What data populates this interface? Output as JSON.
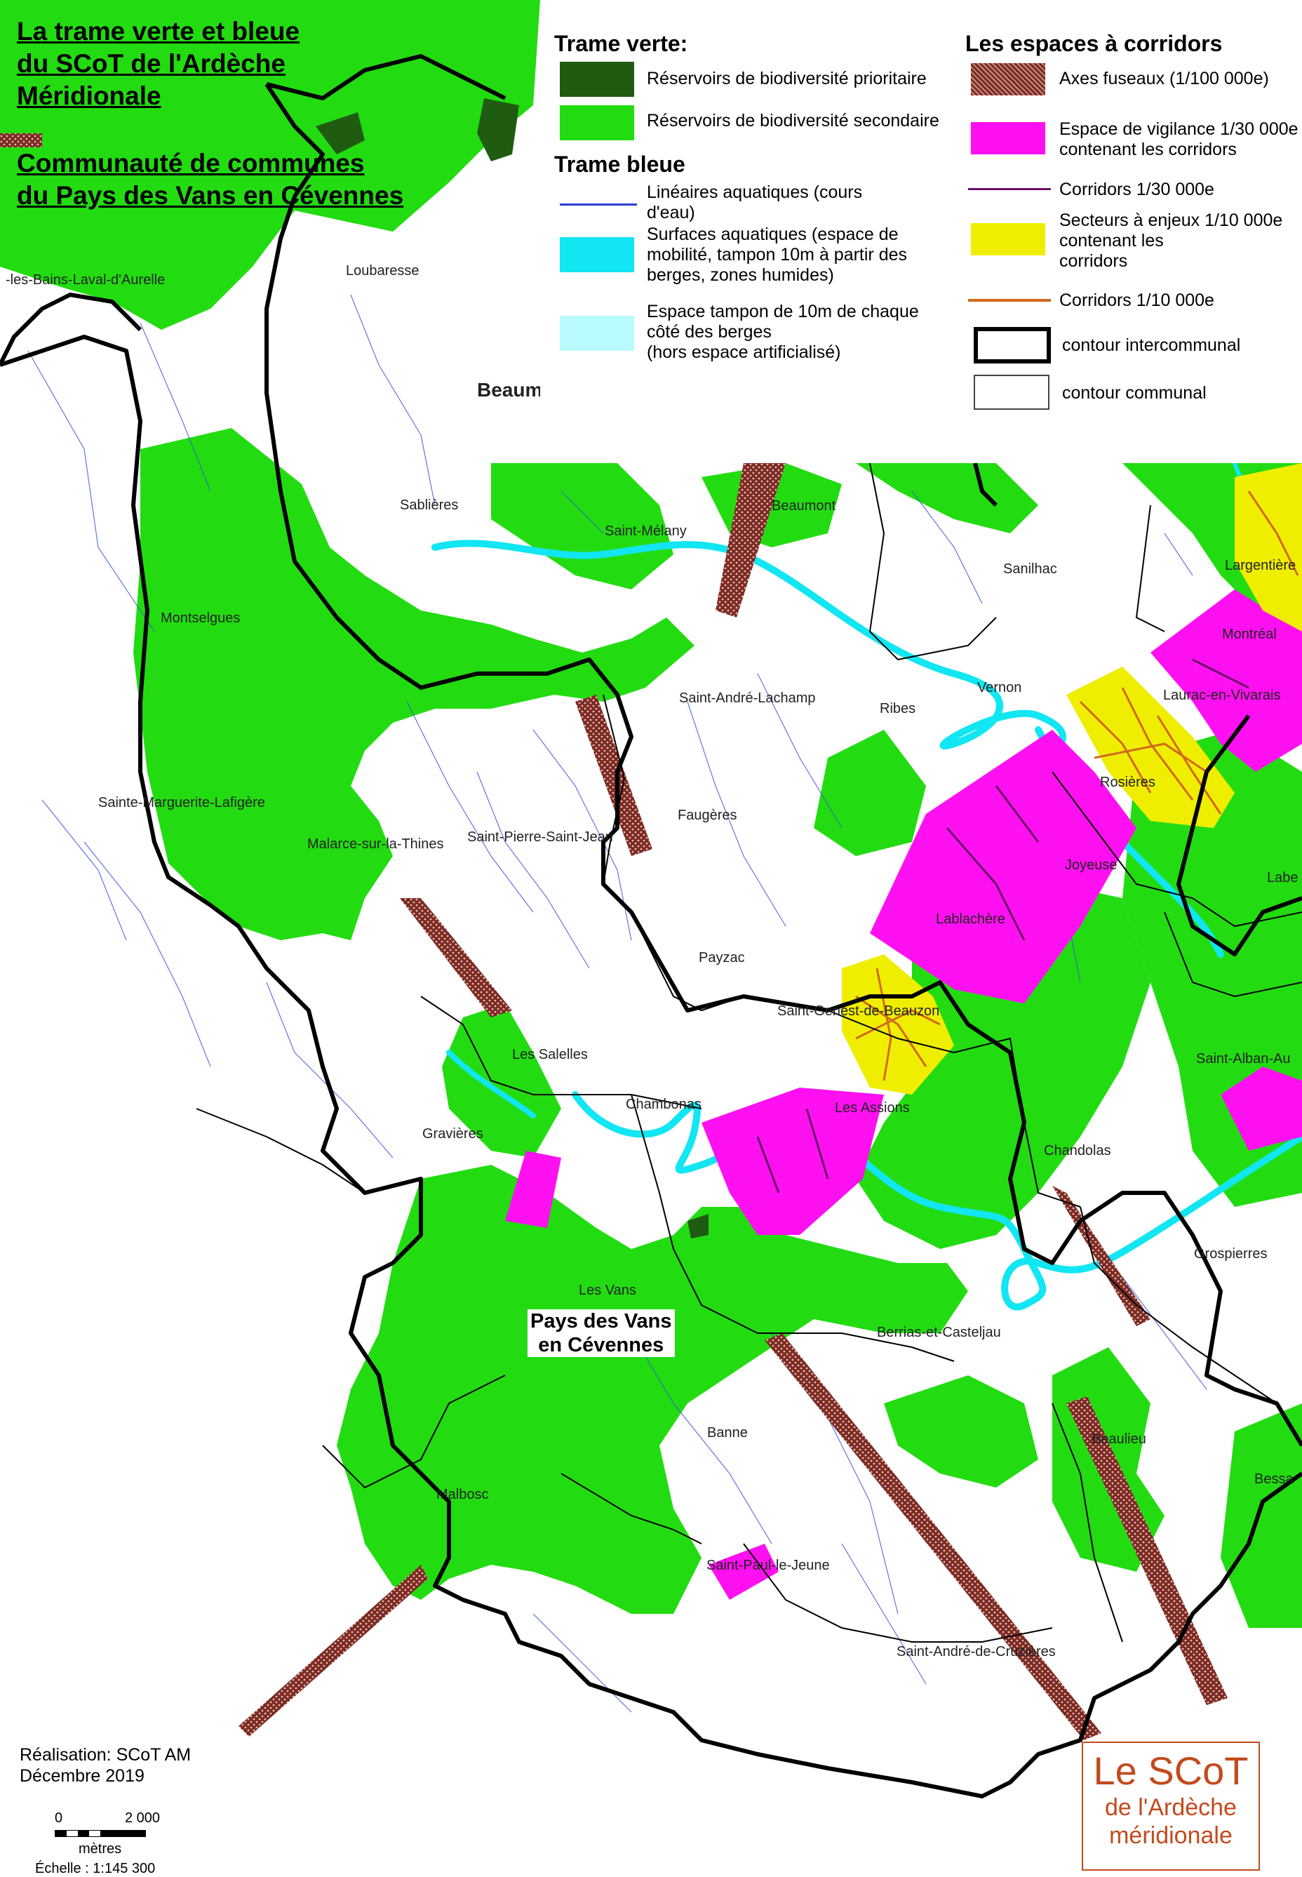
{
  "title": {
    "line1": "La trame verte et bleue",
    "line2": "du SCoT de l'Ardèche",
    "line3": "Méridionale",
    "sub1": "Communauté de communes",
    "sub2": "du Pays des Vans en Cévennes"
  },
  "legend": {
    "trame_verte": "Trame verte:",
    "reservoirs_prioritaire": "Réservoirs de biodiversité prioritaire",
    "reservoirs_secondaire": "Réservoirs de biodiversité secondaire",
    "trame_bleue": "Trame bleue",
    "lineaires_1": "Linéaires aquatiques (cours",
    "lineaires_2": "d'eau)",
    "surfaces_1": "Surfaces aquatiques (espace de",
    "surfaces_2": "mobilité, tampon 10m à partir des",
    "surfaces_3": "berges, zones humides)",
    "tampon_1": "Espace tampon de 10m de chaque",
    "tampon_2": "côté des berges",
    "tampon_3": "(hors espace artificialisé)",
    "corridors_heading": "Les espaces à corridors",
    "axes": "Axes fuseaux (1/100 000e)",
    "vigilance_1": "Espace de vigilance 1/30 000e",
    "vigilance_2": "contenant les corridors",
    "corridors_30": "Corridors 1/30 000e",
    "secteurs_1": "Secteurs à enjeux 1/10 000e",
    "secteurs_2": "contenant les",
    "secteurs_3": "corridors",
    "corridors_10": "Corridors  1/10 000e",
    "contour_inter": "contour intercommunal",
    "contour_comm": "contour communal"
  },
  "colors": {
    "green_primary": "#1f5c12",
    "green_secondary": "#22dc11",
    "water": "#11e6f2",
    "water_buffer": "#b9fbfc",
    "river": "#2b3bd6",
    "magenta": "#ff10f0",
    "yellow": "#f0ee00",
    "corridor_brown": "#7a2a24",
    "corridor_orange": "#d2691e",
    "corridor_purple": "#6a0f6a"
  },
  "communes": [
    "-les-Bains-Laval-d'Aurelle",
    "Loubaresse",
    "Beaum",
    "Sablières",
    "Saint-Mélany",
    "Beaumont",
    "Sanilhac",
    "Largentière",
    "Montselgues",
    "Montréal",
    "Saint-André-Lachamp",
    "Ribes",
    "Vernon",
    "Laurac-en-Vivarais",
    "Rosières",
    "Sainte-Marguerite-Lafigère",
    "Faugères",
    "Malarce-sur-la-Thines",
    "Saint-Pierre-Saint-Jean",
    "Joyeuse",
    "Labe",
    "Lablachère",
    "Payzac",
    "Saint-Genest-de-Beauzon",
    "Les Salelles",
    "Saint-Alban-Au",
    "Chambonas",
    "Les Assions",
    "Gravières",
    "Chandolas",
    "Grospierres",
    "Les Vans",
    "Berrias-et-Casteljau",
    "Banne",
    "Beaulieu",
    "Bessa",
    "Malbosc",
    "Saint-Paul-le-Jeune",
    "Saint-André-de-Cruzières"
  ],
  "zone_label_1": "Pays des Vans",
  "zone_label_2": "en Cévennes",
  "credits": {
    "line1": "Réalisation: SCoT AM",
    "line2": "Décembre 2019",
    "scale_zero": "0",
    "scale_max": "2 000",
    "scale_unit": "mètres",
    "echelle": "Échelle : 1:145 300"
  },
  "logo": {
    "line1": "Le SCoT",
    "line2": "de l'Ardèche",
    "line3": "méridionale"
  }
}
